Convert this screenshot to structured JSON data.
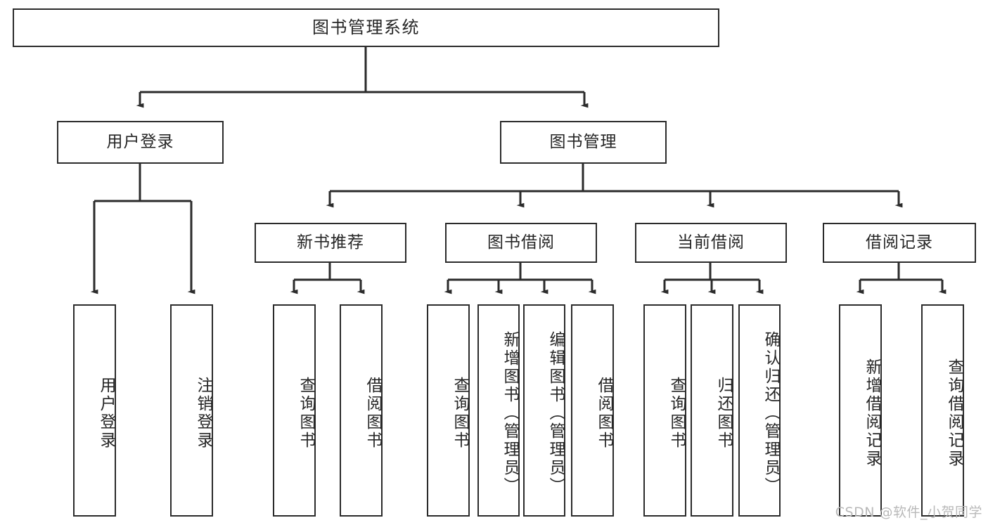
{
  "diagram": {
    "title": "图书管理系统",
    "type": "tree",
    "stroke_color": "#2b2b2b",
    "text_color": "#262626",
    "background_color": "#ffffff",
    "watermark": "CSDN @软件_小贺同学"
  },
  "nodes": {
    "root": {
      "label": "图书管理系统"
    },
    "level2": [
      {
        "label": "用户登录"
      },
      {
        "label": "图书管理"
      }
    ],
    "level3": [
      {
        "label": "新书推荐"
      },
      {
        "label": "图书借阅"
      },
      {
        "label": "当前借阅"
      },
      {
        "label": "借阅记录"
      }
    ],
    "leaves": [
      {
        "label": "用户登录",
        "parent": "用户登录"
      },
      {
        "label": "注销登录",
        "parent": "用户登录"
      },
      {
        "label": "查询图书",
        "parent": "新书推荐"
      },
      {
        "label": "借阅图书",
        "parent": "新书推荐"
      },
      {
        "label": "查询图书",
        "parent": "图书借阅"
      },
      {
        "label": "新增图书（管理员）",
        "parent": "图书借阅"
      },
      {
        "label": "编辑图书（管理员）",
        "parent": "图书借阅"
      },
      {
        "label": "借阅图书",
        "parent": "图书借阅"
      },
      {
        "label": "查询图书",
        "parent": "当前借阅"
      },
      {
        "label": "归还图书",
        "parent": "当前借阅"
      },
      {
        "label": "确认归还（管理员）",
        "parent": "当前借阅"
      },
      {
        "label": "新增借阅记录",
        "parent": "借阅记录"
      },
      {
        "label": "查询借阅记录",
        "parent": "借阅记录"
      }
    ]
  }
}
